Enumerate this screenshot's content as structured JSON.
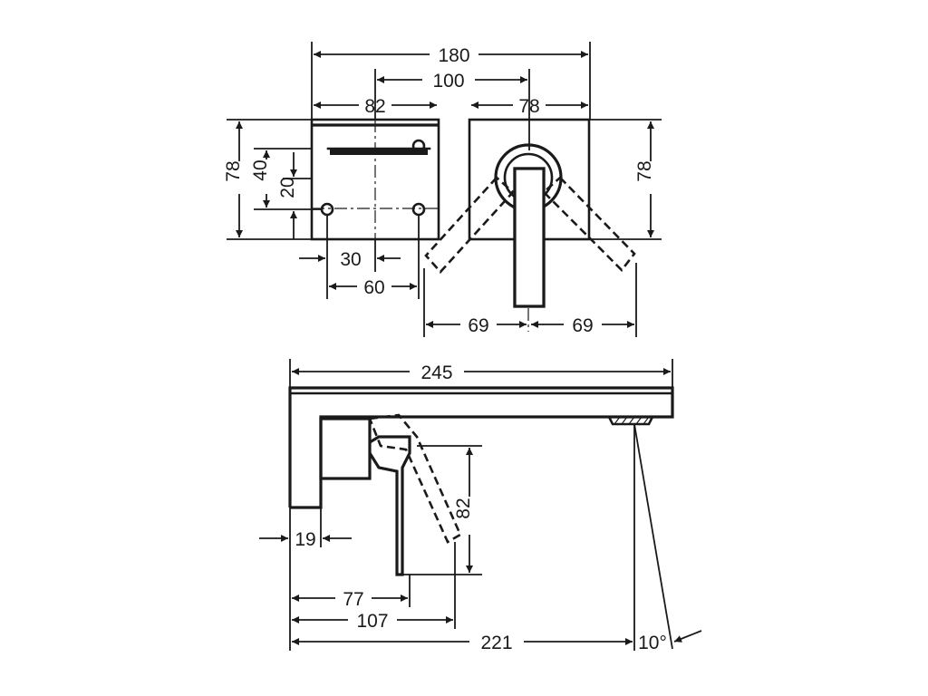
{
  "drawing": {
    "top_view": {
      "overall_width": "180",
      "center_distance": "100",
      "plate_left_width": "82",
      "plate_right_width": "78",
      "plate_left_height": "78",
      "hole_vertical_offset": "40",
      "hole_vertical_small": "20",
      "hole_horizontal_small": "30",
      "hole_horizontal_spacing": "60",
      "lever_swing_left": "69",
      "lever_swing_right": "69",
      "plate_right_height": "78"
    },
    "side_view": {
      "spout_length": "245",
      "lever_height": "82",
      "plate_depth": "19",
      "lever_offset": "77",
      "lever_swing_offset": "107",
      "outlet_distance": "221",
      "spray_angle": "10°"
    }
  }
}
